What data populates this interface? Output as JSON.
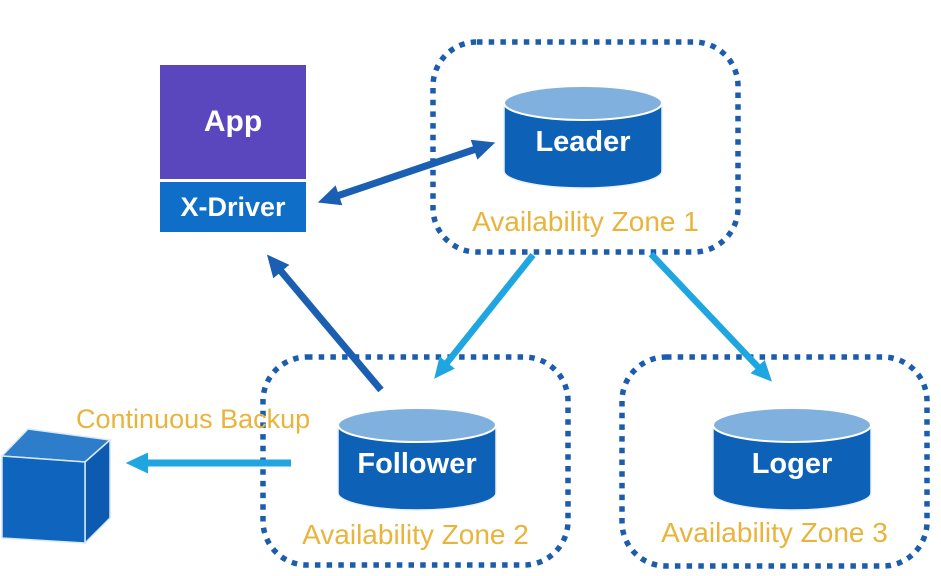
{
  "diagram": {
    "nodes": {
      "app": {
        "label": "App"
      },
      "x_driver": {
        "label": "X-Driver"
      },
      "leader": {
        "label": "Leader"
      },
      "follower": {
        "label": "Follower"
      },
      "loger": {
        "label": "Loger"
      }
    },
    "zones": [
      {
        "label": "Availability Zone 1",
        "contains": "Leader"
      },
      {
        "label": "Availability Zone 2",
        "contains": "Follower"
      },
      {
        "label": "Availability Zone 3",
        "contains": "Loger"
      }
    ],
    "annotations": {
      "continuous_backup": "Continuous Backup"
    },
    "edges": [
      {
        "from": "X-Driver",
        "to": "Leader",
        "direction": "bidirectional",
        "color": "dark-blue"
      },
      {
        "from": "Follower",
        "to": "X-Driver",
        "direction": "one-way",
        "color": "dark-blue"
      },
      {
        "from": "Leader",
        "to": "Follower",
        "direction": "one-way",
        "color": "light-blue"
      },
      {
        "from": "Leader",
        "to": "Loger",
        "direction": "one-way",
        "color": "light-blue"
      },
      {
        "from": "Follower",
        "to": "Backup Cube",
        "direction": "one-way",
        "color": "light-blue",
        "label": "Continuous Backup"
      }
    ],
    "colors": {
      "app_purple": "#5a46bd",
      "driver_blue": "#0e6ec8",
      "db_body_blue": "#0d61b6",
      "db_top_blue": "#7fb0de",
      "zone_border_blue": "#1b5cad",
      "dark_arrow_blue": "#1b5fb2",
      "light_arrow_blue": "#1fa6e0",
      "zone_label_gold": "#e8b43c"
    }
  }
}
